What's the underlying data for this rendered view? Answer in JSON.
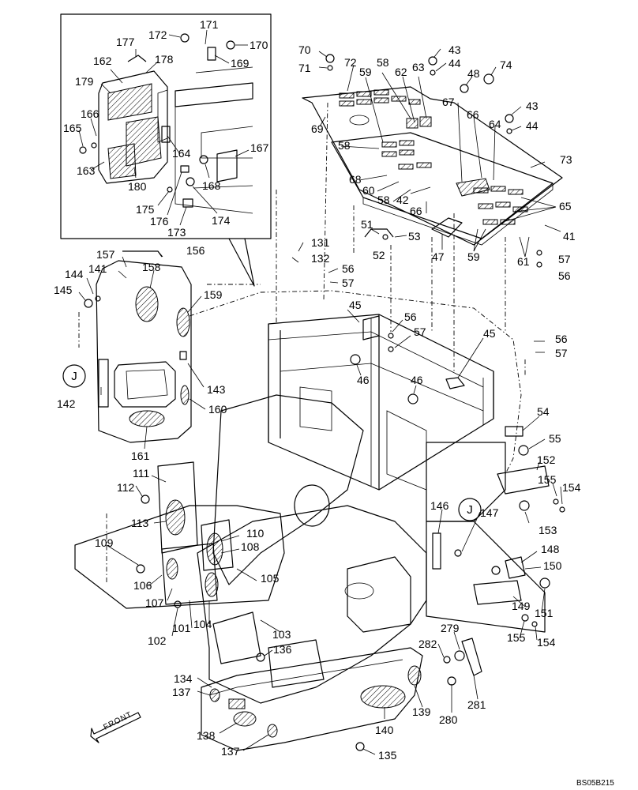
{
  "labels": {
    "l170": "170",
    "l171": "171",
    "l172": "172",
    "l169": "169",
    "l177": "177",
    "l178": "178",
    "l162": "162",
    "l179": "179",
    "l166": "166",
    "l165": "165",
    "l163": "163",
    "l180": "180",
    "l164": "164",
    "l167": "167",
    "l168": "168",
    "l175": "175",
    "l176": "176",
    "l173": "173",
    "l174": "174",
    "l70": "70",
    "l71": "71",
    "l72": "72",
    "l58a": "58",
    "l62": "62",
    "l63": "63",
    "l43a": "43",
    "l44a": "44",
    "l59a": "59",
    "l48": "48",
    "l74": "74",
    "l67": "67",
    "l66a": "66",
    "l64": "64",
    "l43b": "43",
    "l44b": "44",
    "l69": "69",
    "l58b": "58",
    "l73": "73",
    "l68": "68",
    "l60": "60",
    "l58c": "58",
    "l42": "42",
    "l66b": "66",
    "l65": "65",
    "l51": "51",
    "l53": "53",
    "l52": "52",
    "l47": "47",
    "l59b": "59",
    "l61": "61",
    "l41": "41",
    "l57a": "57",
    "l56a": "56",
    "l131": "131",
    "l132": "132",
    "l56b": "56",
    "l57b": "57",
    "l157": "157",
    "l156": "156",
    "l141": "141",
    "l158": "158",
    "l144": "144",
    "l145": "145",
    "l159": "159",
    "l45a": "45",
    "l56c": "56",
    "l57c": "57",
    "l45b": "45",
    "l56d": "56",
    "l57d": "57",
    "l46a": "46",
    "l46b": "46",
    "l143": "143",
    "l142": "142",
    "l160": "160",
    "l161": "161",
    "l54": "54",
    "l55": "55",
    "l152": "152",
    "l155a": "155",
    "l154a": "154",
    "l153": "153",
    "l111": "111",
    "l112": "112",
    "l113": "113",
    "l110": "110",
    "l108": "108",
    "l109": "109",
    "l146": "146",
    "l147": "147",
    "l148": "148",
    "l150": "150",
    "l106": "106",
    "l105": "105",
    "l107": "107",
    "l102": "102",
    "l101": "101",
    "l104": "104",
    "l103": "103",
    "l149": "149",
    "l151": "151",
    "l155b": "155",
    "l154b": "154",
    "l279": "279",
    "l282": "282",
    "l136": "136",
    "l134": "134",
    "l137a": "137",
    "l139": "139",
    "l281": "281",
    "l280": "280",
    "l138": "138",
    "l140": "140",
    "l137b": "137",
    "l135": "135"
  },
  "refs": {
    "j1": "J",
    "j2": "J"
  },
  "front_text": "FRONT",
  "figure_code": "BS05B215"
}
